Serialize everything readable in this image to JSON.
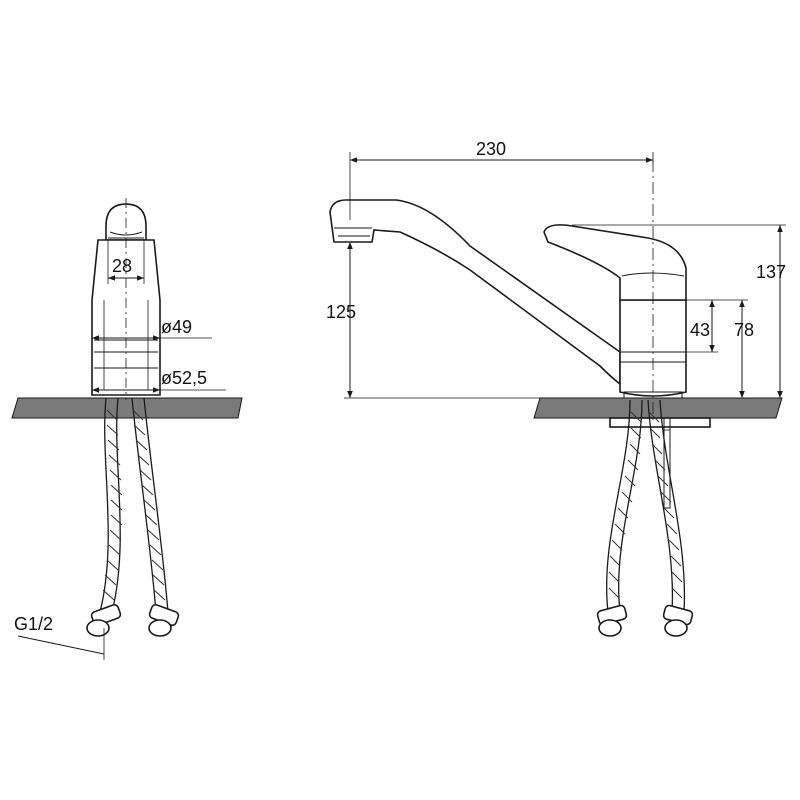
{
  "dimensions": {
    "side_handle_width": "28",
    "side_body_diameter": "ø49",
    "side_base_diameter": "ø52,5",
    "connection_thread": "G1/2",
    "spout_reach": "230",
    "spout_height": "125",
    "body_height_inner": "43",
    "body_height_outer": "78",
    "total_height": "137"
  },
  "colors": {
    "line": "#1a1a1a",
    "countertop": "#7a7a7a",
    "background": "#ffffff"
  }
}
